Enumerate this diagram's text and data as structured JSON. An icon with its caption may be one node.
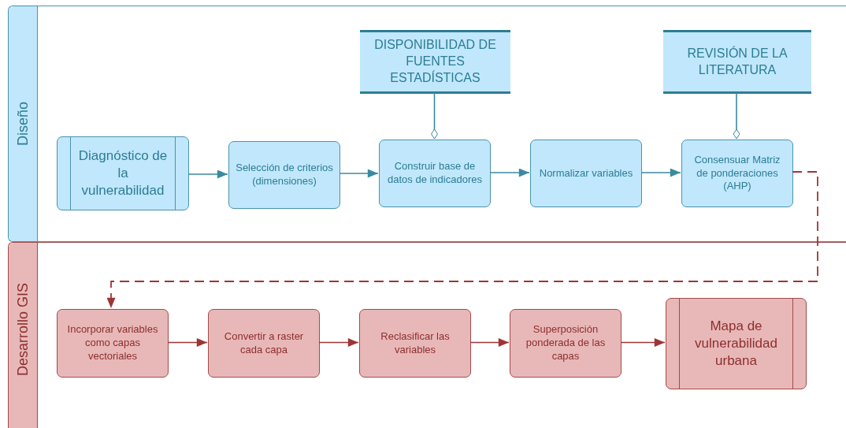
{
  "diagram": {
    "nodes": [
      {
        "text": [
          "Diseño"
        ]
      },
      {
        "text": [
          "Diagnóstico de la vulnerabilidad"
        ],
        "in": 0
      },
      {
        "text": [
          "Selección de criterios (dimensiones)"
        ],
        "in": 0
      },
      {
        "text": [
          "Construir base de datos de indicadores"
        ],
        "in": 0
      },
      {
        "text": [
          "Normalizar variables"
        ],
        "in": 0
      },
      {
        "text": [
          "Consensuar Matriz de ponderaciones (AHP)"
        ],
        "in": 0
      },
      {
        "text": [
          "DISPONIBILIDAD DE FUENTES ESTADÍSTICAS"
        ],
        "in": 0
      },
      {
        "text": [
          "REVISIÓN DE LA LITERATURA"
        ],
        "in": 0
      },
      {
        "text": [
          "Desarrollo GIS"
        ]
      },
      {
        "text": [
          "Incorporar variables como capas vectoriales"
        ],
        "in": 8
      },
      {
        "text": [
          "Convertir a raster cada capa"
        ],
        "in": 8
      },
      {
        "text": [
          "Reclasificar las variables"
        ],
        "in": 8
      },
      {
        "text": [
          "Superposición ponderada de las capas"
        ],
        "in": 8
      },
      {
        "text": [
          "Mapa de vulnerabilidad urbana"
        ],
        "in": 8
      }
    ],
    "edges": [
      {
        "from": 1,
        "to": 2,
        "arrow": "to"
      },
      {
        "from": 2,
        "to": 3,
        "arrow": "to"
      },
      {
        "from": 3,
        "to": 4,
        "arrow": "to"
      },
      {
        "from": 4,
        "to": 5,
        "arrow": "to"
      },
      {
        "from": 6,
        "to": 3,
        "arrow": "other"
      },
      {
        "from": 7,
        "to": 5,
        "arrow": "other"
      },
      {
        "from": 5,
        "to": 9,
        "arrow": "to",
        "style": "dashed",
        "color": "#9e3535"
      },
      {
        "from": 9,
        "to": 10,
        "arrow": "to",
        "color": "#9e3535"
      },
      {
        "from": 10,
        "to": 11,
        "arrow": "to",
        "color": "#9e3535"
      },
      {
        "from": 11,
        "to": 12,
        "arrow": "to",
        "color": "#9e3535"
      },
      {
        "from": 12,
        "to": 13,
        "arrow": "to",
        "color": "#9e3535"
      }
    ]
  }
}
